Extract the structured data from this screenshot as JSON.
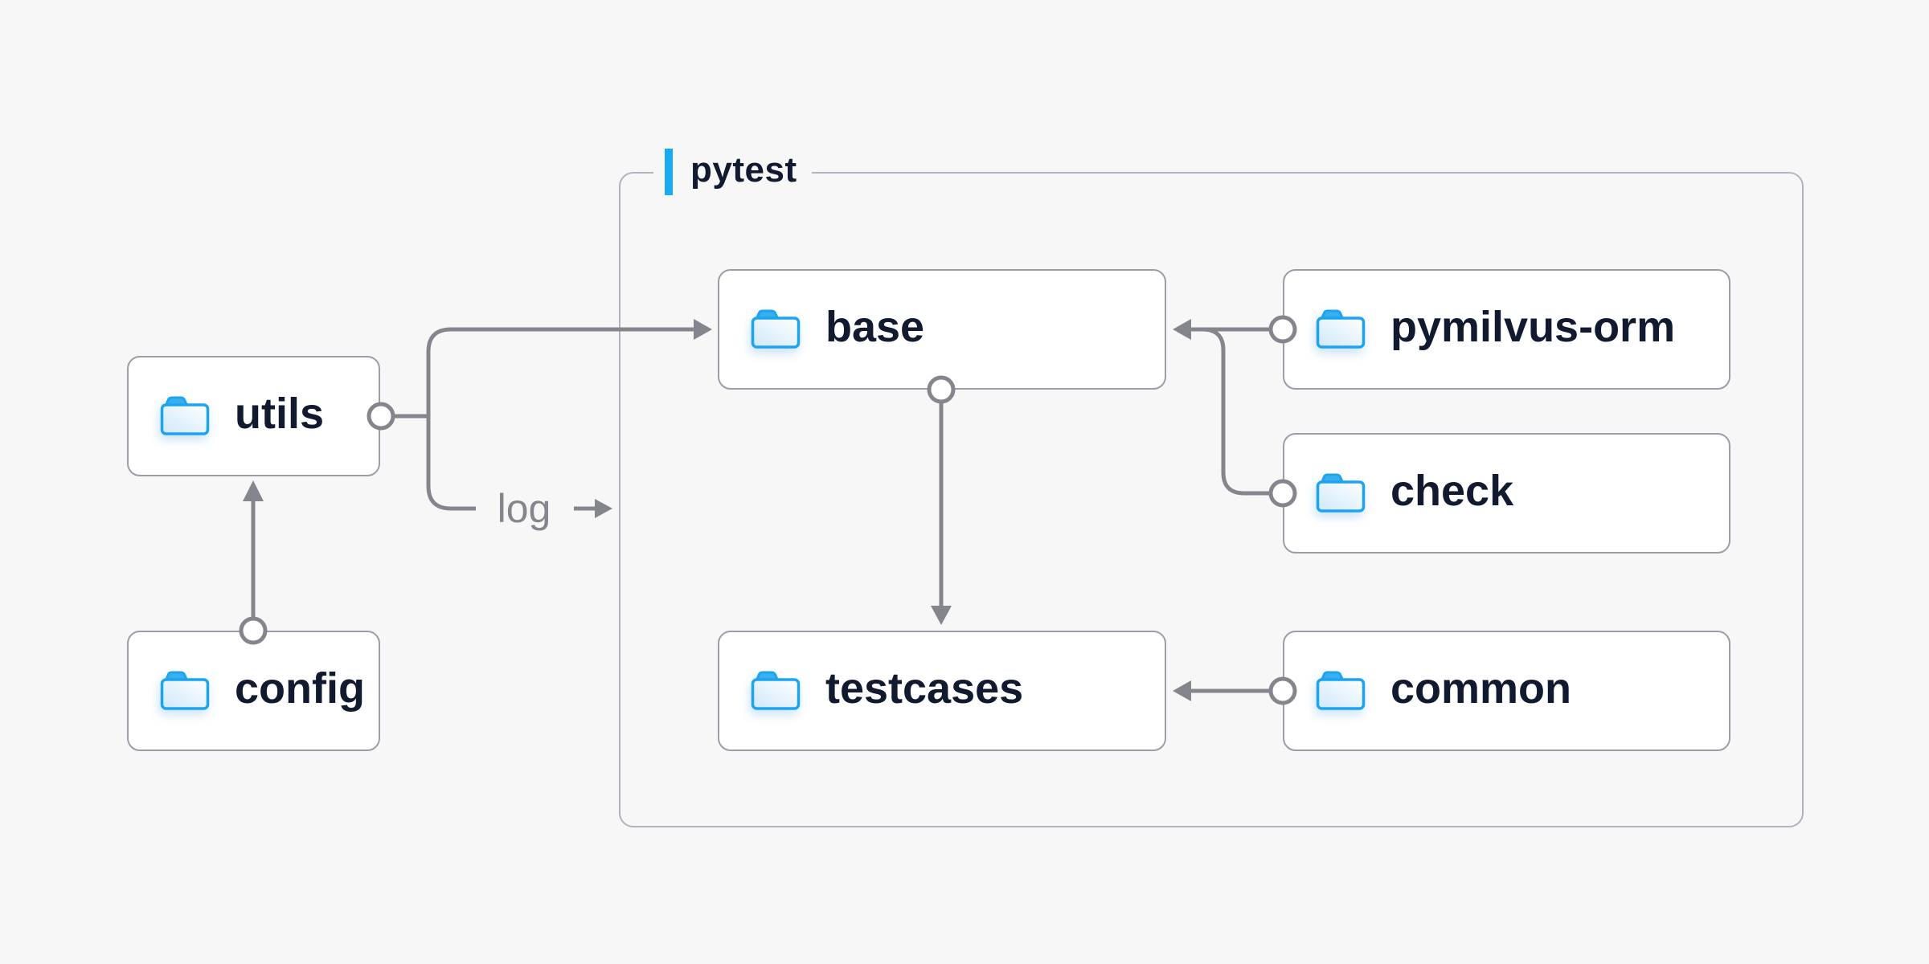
{
  "diagram": {
    "group": {
      "label": "pytest"
    },
    "nodes": [
      {
        "id": "utils",
        "label": "utils"
      },
      {
        "id": "config",
        "label": "config"
      },
      {
        "id": "base",
        "label": "base"
      },
      {
        "id": "testcases",
        "label": "testcases"
      },
      {
        "id": "pymilvus-orm",
        "label": "pymilvus-orm"
      },
      {
        "id": "check",
        "label": "check"
      },
      {
        "id": "common",
        "label": "common"
      }
    ],
    "edge_labels": {
      "log": "log"
    },
    "edges": [
      {
        "from": "config",
        "to": "utils",
        "style": "arrow"
      },
      {
        "from": "utils",
        "to": "base",
        "style": "arrow"
      },
      {
        "from": "utils",
        "to": "pytest-group",
        "style": "arrow",
        "label": "log"
      },
      {
        "from": "base",
        "to": "testcases",
        "style": "arrow"
      },
      {
        "from": "pymilvus-orm",
        "to": "base",
        "style": "arrow"
      },
      {
        "from": "check",
        "to": "base",
        "style": "arrow"
      },
      {
        "from": "common",
        "to": "testcases",
        "style": "arrow"
      }
    ],
    "icons": {
      "node_icon": "folder-icon"
    },
    "colors": {
      "background": "#f7f7f8",
      "accent_blue": "#18aaf3",
      "text_navy": "#121a30",
      "line_gray": "#85858e",
      "node_border": "#9d9da8",
      "group_border": "#b3b3bf",
      "folder_blue": "#1ea3ee"
    }
  }
}
